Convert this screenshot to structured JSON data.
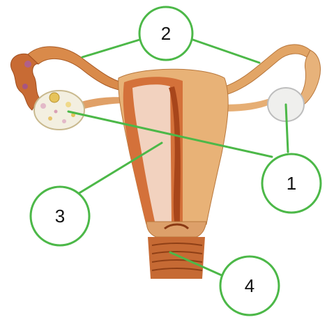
{
  "labels": {
    "one": "1",
    "two": "2",
    "three": "3",
    "four": "4"
  },
  "colors": {
    "callout_green": "#4cb848",
    "tissue_light": "#e8b277",
    "tissue_mid": "#d98a4a",
    "tissue_dark": "#b5531f",
    "endometrium": "#f2d2bf",
    "ovary": "#f3efe0"
  }
}
